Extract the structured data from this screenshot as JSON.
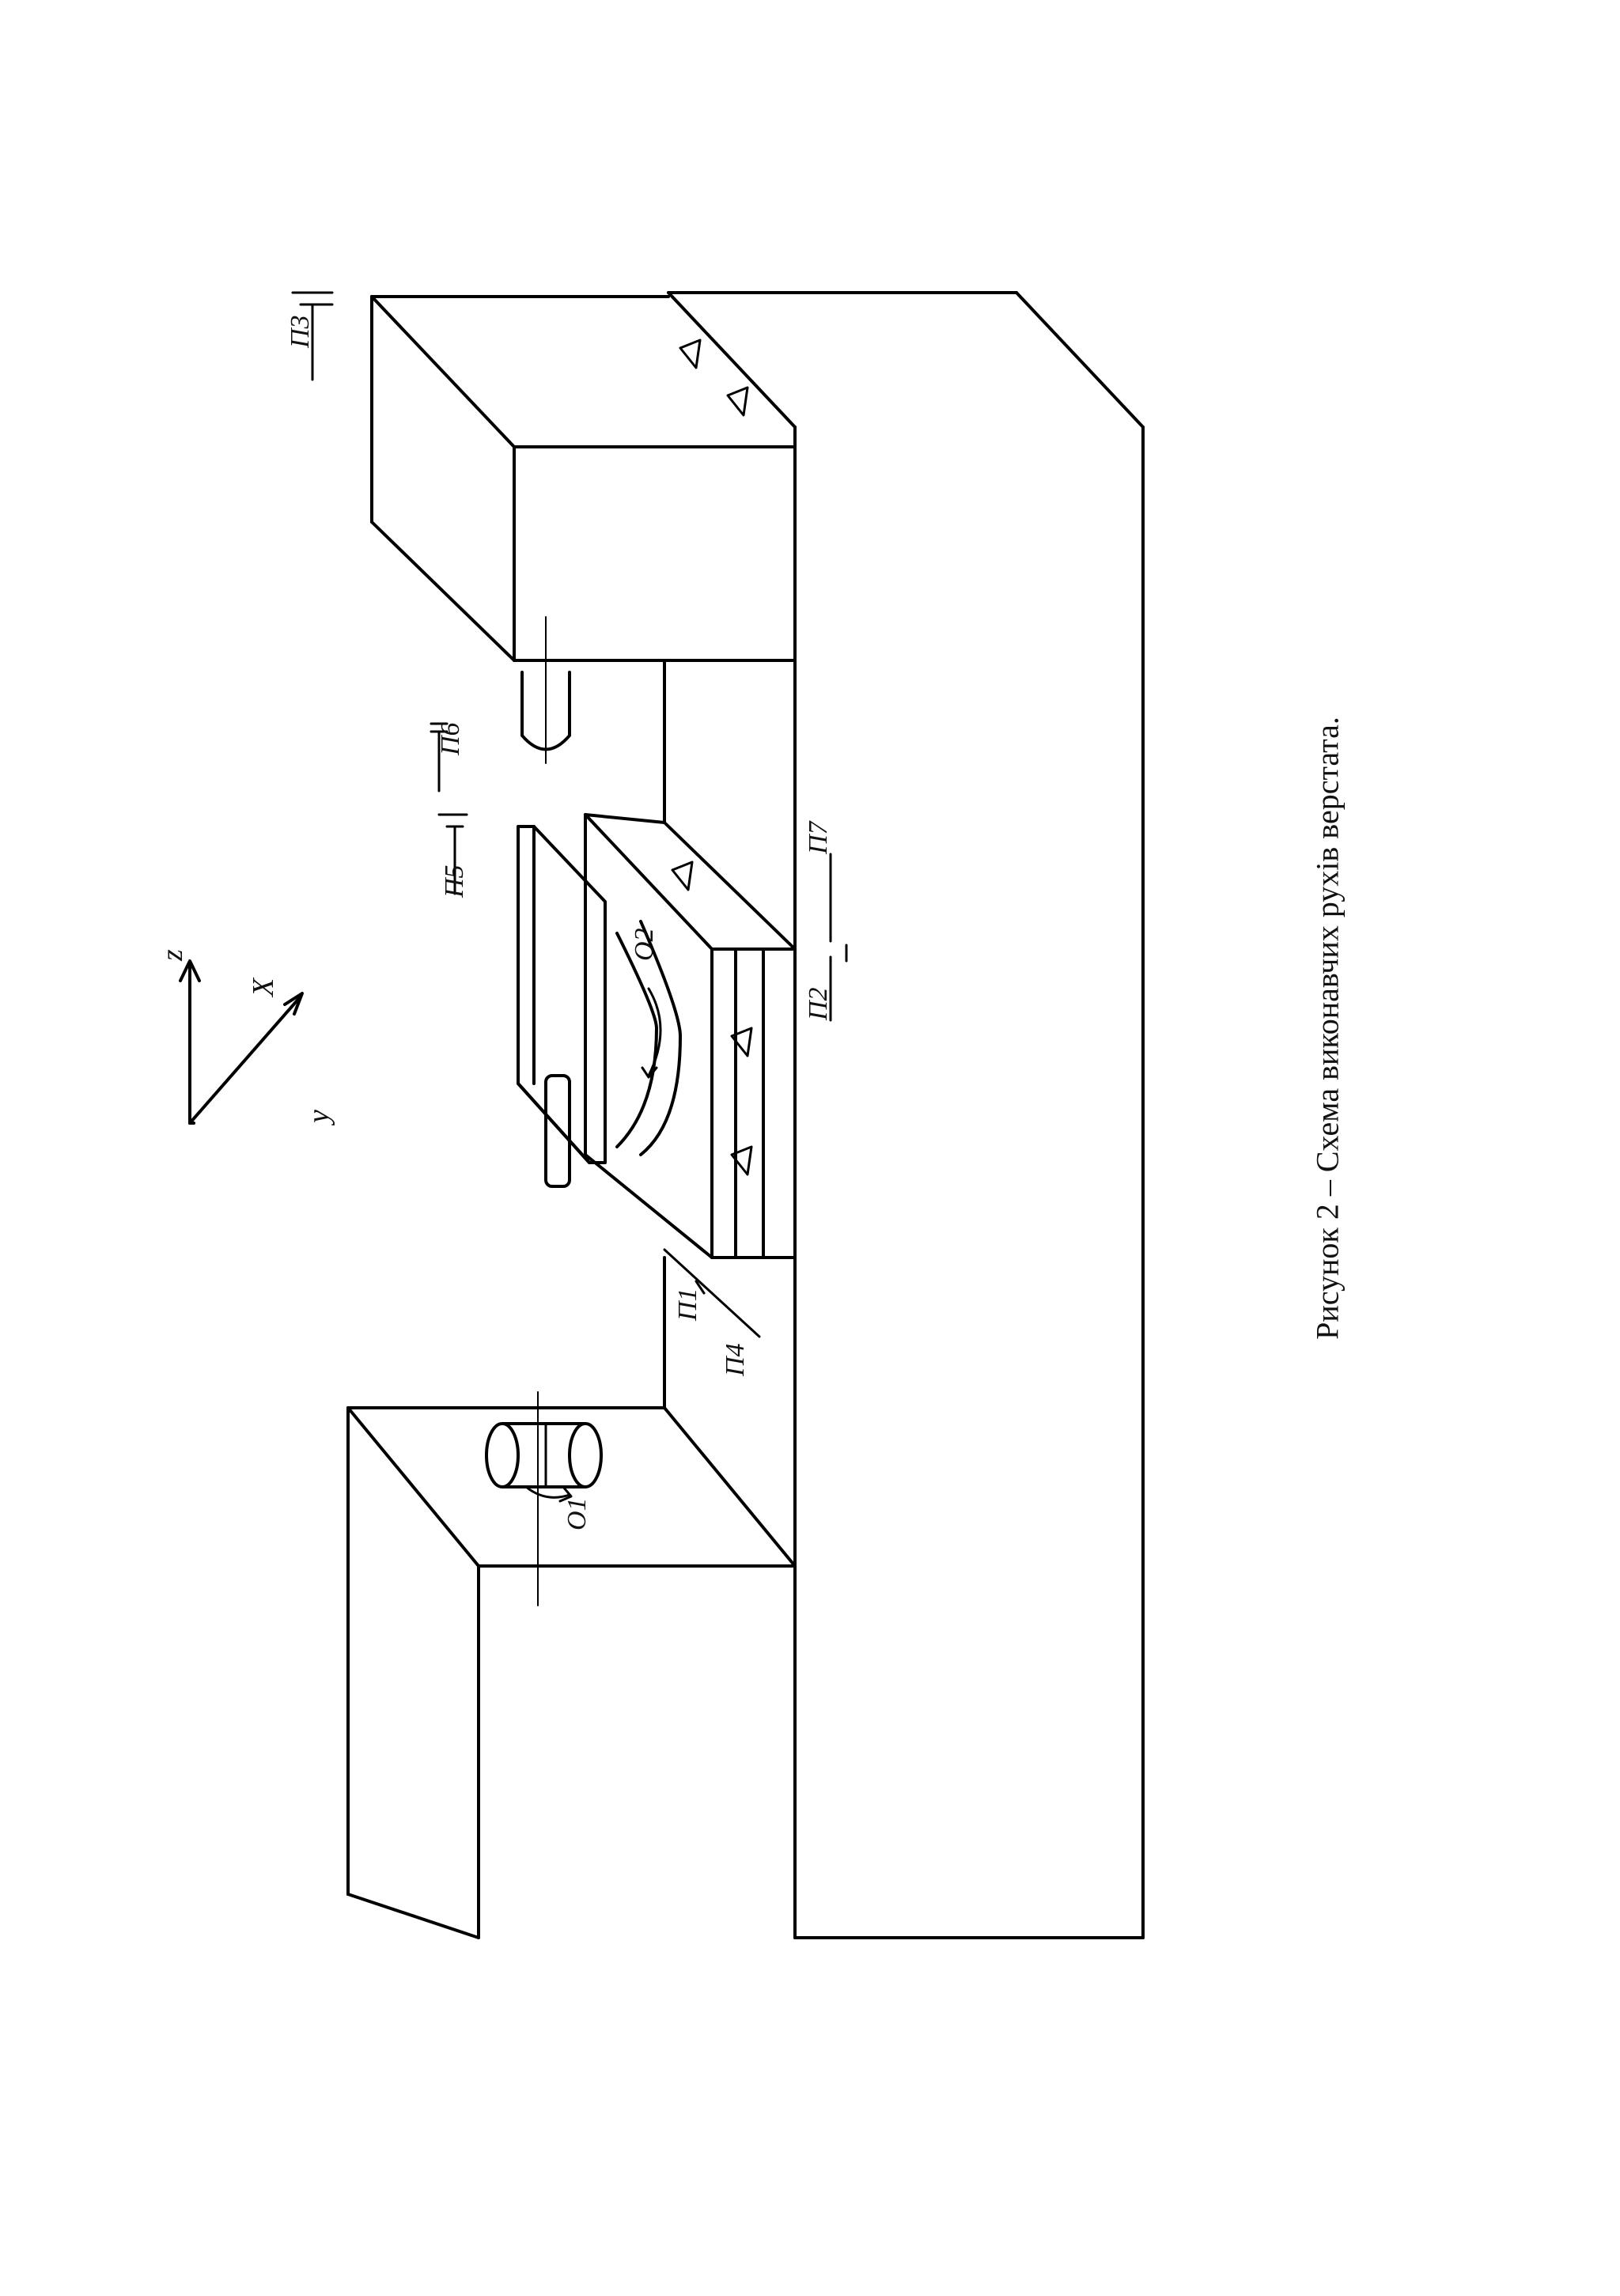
{
  "figure": {
    "caption": "Рисунок 2 – Схема виконавчих рухів верстата."
  },
  "axes": {
    "x_label": "X",
    "y_label": "y",
    "z_label": "z"
  },
  "motion_labels": {
    "pi1": "П1",
    "pi2": "П2",
    "pi3": "П3",
    "pi4": "П4",
    "pi5": "П5",
    "pi6": "П6",
    "pi7": "П7",
    "o1": "О1",
    "o2": "О2"
  }
}
